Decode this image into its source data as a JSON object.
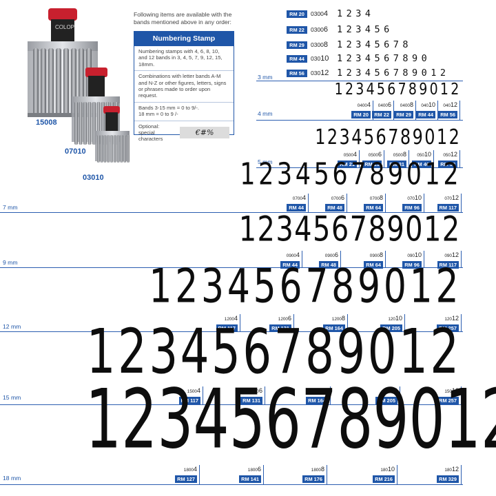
{
  "products": {
    "brand": "COLOP",
    "codes": [
      "15008",
      "07010",
      "03010"
    ]
  },
  "info": {
    "intro": "Following items are available with the bands mentioned above in any order:",
    "box_title": "Numbering Stamp",
    "para1": "Numbering stamps with 4, 6, 8, 10, and 12 bands in 3, 4, 5, 7, 9, 12, 15, 18mm.",
    "para2": "Combinations with letter bands A-M and N-Z or other figures, letters, signs or phrases made to order upon request.",
    "para3": "Bands 3-15 mm = 0 to 9/-.\n18 mm = 0 to 9 /-",
    "optional_label": "Optional:\nspecial characters",
    "special_chars": "€#%"
  },
  "small_list": [
    {
      "price": "RM 20",
      "code": "0300",
      "bands": "4",
      "digits": "1234"
    },
    {
      "price": "RM 22",
      "code": "0300",
      "bands": "6",
      "digits": "123456"
    },
    {
      "price": "RM 29",
      "code": "0300",
      "bands": "8",
      "digits": "12345678"
    },
    {
      "price": "RM 44",
      "code": "030",
      "bands": "10",
      "digits": "1234567890"
    },
    {
      "price": "RM 56",
      "code": "030",
      "bands": "12",
      "digits": "123456789012"
    }
  ],
  "digits": "123456789012",
  "sizes": [
    {
      "label": "3 mm"
    },
    {
      "label": "4 mm",
      "items": [
        {
          "code": "0400",
          "bands": "4",
          "price": "RM 20"
        },
        {
          "code": "0400",
          "bands": "6",
          "price": "RM 22"
        },
        {
          "code": "0400",
          "bands": "8",
          "price": "RM 29"
        },
        {
          "code": "040",
          "bands": "10",
          "price": "RM 44"
        },
        {
          "code": "040",
          "bands": "12",
          "price": "RM 56"
        }
      ]
    },
    {
      "label": "5 mm",
      "items": [
        {
          "code": "0500",
          "bands": "4",
          "price": "RM 21"
        },
        {
          "code": "0500",
          "bands": "6",
          "price": "RM 23"
        },
        {
          "code": "0500",
          "bands": "8",
          "price": "RM 31"
        },
        {
          "code": "050",
          "bands": "10",
          "price": "RM 46"
        },
        {
          "code": "050",
          "bands": "12",
          "price": "RM 59"
        }
      ]
    },
    {
      "label": "7 mm",
      "items": [
        {
          "code": "0700",
          "bands": "4",
          "price": "RM 44"
        },
        {
          "code": "0700",
          "bands": "6",
          "price": "RM 48"
        },
        {
          "code": "0700",
          "bands": "8",
          "price": "RM 64"
        },
        {
          "code": "070",
          "bands": "10",
          "price": "RM 96"
        },
        {
          "code": "070",
          "bands": "12",
          "price": "RM 117"
        }
      ]
    },
    {
      "label": "9 mm",
      "items": [
        {
          "code": "0900",
          "bands": "4",
          "price": "RM 44"
        },
        {
          "code": "0900",
          "bands": "6",
          "price": "RM 48"
        },
        {
          "code": "0900",
          "bands": "8",
          "price": "RM 64"
        },
        {
          "code": "090",
          "bands": "10",
          "price": "RM 96"
        },
        {
          "code": "090",
          "bands": "12",
          "price": "RM 117"
        }
      ]
    },
    {
      "label": "12 mm",
      "items": [
        {
          "code": "1200",
          "bands": "4",
          "price": "RM 117"
        },
        {
          "code": "1200",
          "bands": "6",
          "price": "RM 131"
        },
        {
          "code": "1200",
          "bands": "8",
          "price": "RM 164"
        },
        {
          "code": "120",
          "bands": "10",
          "price": "RM 205"
        },
        {
          "code": "120",
          "bands": "12",
          "price": "RM 257"
        }
      ]
    },
    {
      "label": "15 mm",
      "items": [
        {
          "code": "1500",
          "bands": "4",
          "price": "RM 117"
        },
        {
          "code": "1500",
          "bands": "6",
          "price": "RM 131"
        },
        {
          "code": "1500",
          "bands": "8",
          "price": "RM 164"
        },
        {
          "code": "150",
          "bands": "10",
          "price": "RM 205"
        },
        {
          "code": "150",
          "bands": "12",
          "price": "RM 257"
        }
      ]
    },
    {
      "label": "18 mm",
      "items": [
        {
          "code": "1800",
          "bands": "4",
          "price": "RM 127"
        },
        {
          "code": "1800",
          "bands": "6",
          "price": "RM 141"
        },
        {
          "code": "1800",
          "bands": "8",
          "price": "RM 176"
        },
        {
          "code": "180",
          "bands": "10",
          "price": "RM 216"
        },
        {
          "code": "180",
          "bands": "12",
          "price": "RM 329"
        }
      ]
    }
  ]
}
